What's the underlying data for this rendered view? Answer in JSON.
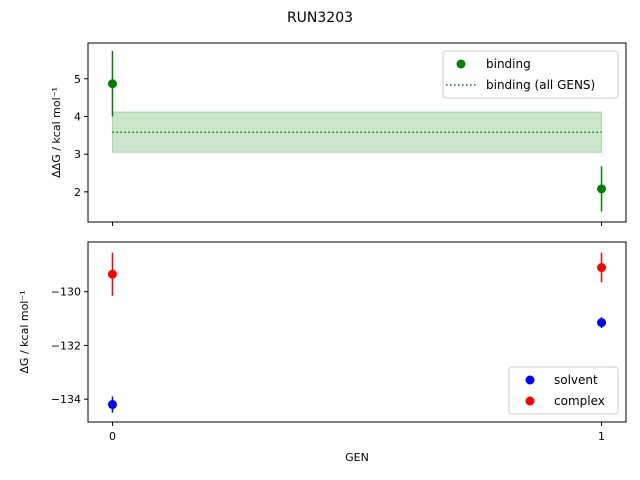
{
  "figure": {
    "title": "RUN3203"
  },
  "chart_data": [
    {
      "type": "scatter",
      "title": "",
      "xlabel": "",
      "ylabel": "ΔΔG / kcal mol⁻¹",
      "xlim": [
        -0.05,
        1.05
      ],
      "ylim": [
        1.2,
        5.95
      ],
      "yticks": [
        2,
        3,
        4,
        5
      ],
      "xticks": [
        0,
        1
      ],
      "show_xticklabels": false,
      "grid": false,
      "legend": "top-right",
      "series": [
        {
          "name": "binding",
          "color": "#008000",
          "x": [
            0,
            1
          ],
          "y": [
            4.87,
            2.08
          ],
          "yerr": [
            0.87,
            0.6
          ]
        }
      ],
      "reference_line": {
        "name": "binding (all GENS)",
        "color": "#008000",
        "style": "dotted",
        "x": [
          0,
          1
        ],
        "y": 3.58,
        "band": [
          3.05,
          4.12
        ]
      }
    },
    {
      "type": "scatter",
      "title": "",
      "xlabel": "GEN",
      "ylabel": "ΔG / kcal mol⁻¹",
      "xlim": [
        -0.05,
        1.05
      ],
      "ylim": [
        -134.85,
        -128.15
      ],
      "yticks": [
        -134,
        -132,
        -130
      ],
      "xticks": [
        0,
        1
      ],
      "xticklabels": [
        "0",
        "1"
      ],
      "grid": false,
      "legend": "bottom-right",
      "series": [
        {
          "name": "solvent",
          "color": "#0000ff",
          "x": [
            0,
            1
          ],
          "y": [
            -134.2,
            -131.15
          ],
          "yerr": [
            0.3,
            0.2
          ]
        },
        {
          "name": "complex",
          "color": "#ff0000",
          "x": [
            0,
            1
          ],
          "y": [
            -129.35,
            -129.1
          ],
          "yerr": [
            0.8,
            0.55
          ]
        }
      ]
    }
  ]
}
